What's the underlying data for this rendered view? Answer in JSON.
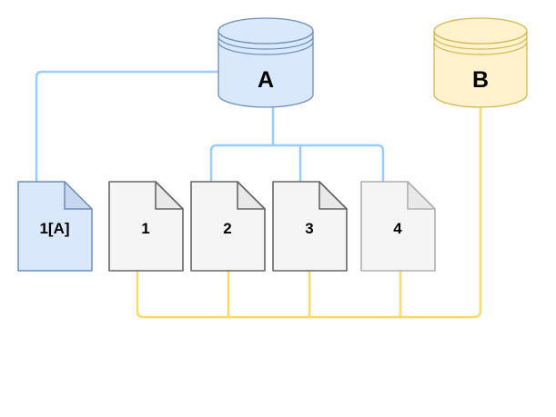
{
  "diagram": {
    "kind": "block-diagram",
    "nodes": {
      "volume_a": {
        "label": "A",
        "shape": "database-cylinder",
        "color_scheme": "blue"
      },
      "volume_b": {
        "label": "B",
        "shape": "database-cylinder",
        "color_scheme": "yellow"
      },
      "snapshot_1a": {
        "label": "1[A]",
        "shape": "document",
        "color_scheme": "blue"
      },
      "snapshot_1": {
        "label": "1",
        "shape": "document",
        "color_scheme": "gray"
      },
      "snapshot_2": {
        "label": "2",
        "shape": "document",
        "color_scheme": "gray"
      },
      "snapshot_3": {
        "label": "3",
        "shape": "document",
        "color_scheme": "gray"
      },
      "snapshot_4": {
        "label": "4",
        "shape": "document",
        "color_scheme": "gray-light"
      }
    },
    "edges": [
      {
        "from": "volume_a",
        "to": "snapshot_1a",
        "color": "blue"
      },
      {
        "from": "volume_a",
        "to": "snapshot_2",
        "color": "blue"
      },
      {
        "from": "volume_a",
        "to": "snapshot_3",
        "color": "blue"
      },
      {
        "from": "volume_a",
        "to": "snapshot_4",
        "color": "blue"
      },
      {
        "from": "volume_b",
        "to": "snapshot_1",
        "color": "yellow"
      },
      {
        "from": "volume_b",
        "to": "snapshot_2",
        "color": "yellow"
      },
      {
        "from": "volume_b",
        "to": "snapshot_3",
        "color": "yellow"
      },
      {
        "from": "volume_b",
        "to": "snapshot_4",
        "color": "yellow"
      }
    ]
  },
  "colors": {
    "page-bg": "#ffffff",
    "blue-fill": "#dae8fc",
    "blue-stroke": "#6c8ebf",
    "blue-fold": "#c7d7ef",
    "yellow-fill": "#fff2cc",
    "yellow-stroke": "#d6b656",
    "gray-fill": "#f5f5f5",
    "gray-stroke": "#666666",
    "gray-fold": "#e9e9e9",
    "gray-light-stroke": "#b0b0b0",
    "edge-blue": "#99ccff",
    "edge-yellow": "#ffd966",
    "label-color": "#000000"
  }
}
